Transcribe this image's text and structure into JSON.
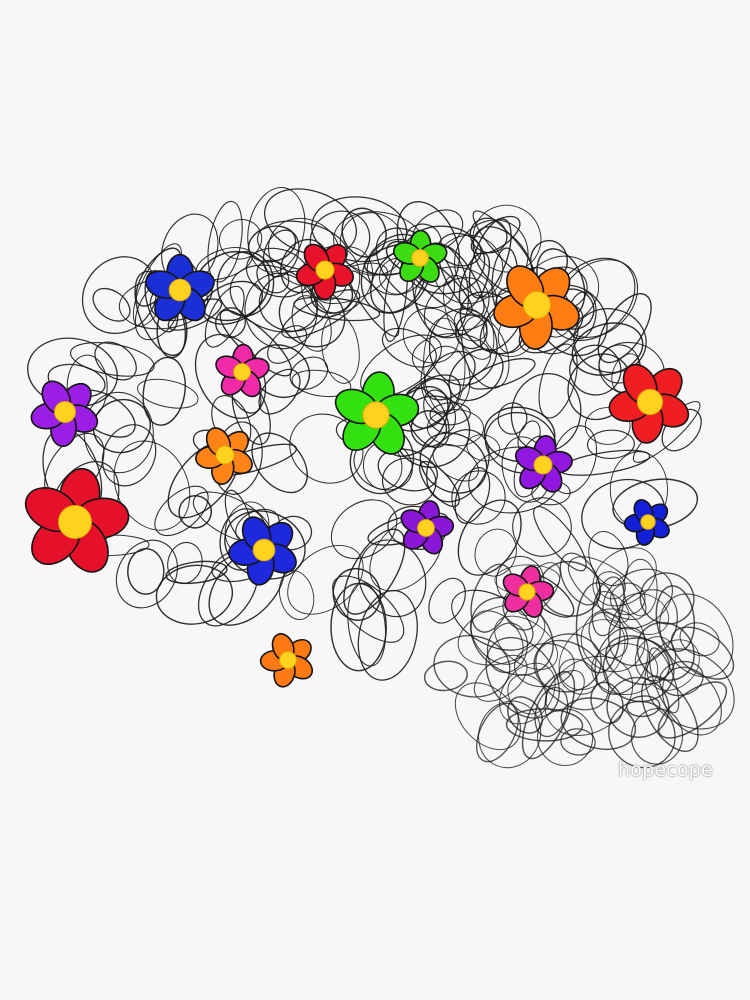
{
  "artwork": {
    "subject": "brain-doodle",
    "scribble_color": "#1a1a1a",
    "center_color": "#ffd21f",
    "flowers": [
      {
        "color_name": "blue",
        "color": "#1a2fd6"
      },
      {
        "color_name": "red",
        "color": "#e8122b"
      },
      {
        "color_name": "green",
        "color": "#3bdc12"
      },
      {
        "color_name": "orange",
        "color": "#ff7d12"
      },
      {
        "color_name": "magenta",
        "color": "#f02aa8"
      },
      {
        "color_name": "purple",
        "color": "#9a1ee6"
      },
      {
        "color_name": "green",
        "color": "#33e010"
      },
      {
        "color_name": "red",
        "color": "#ee1e22"
      },
      {
        "color_name": "purple",
        "color": "#8f17e0"
      },
      {
        "color_name": "orange",
        "color": "#ff8316"
      },
      {
        "color_name": "red",
        "color": "#e5102a"
      },
      {
        "color_name": "blue",
        "color": "#1e28dc"
      },
      {
        "color_name": "purple",
        "color": "#8a16d8"
      },
      {
        "color_name": "blue",
        "color": "#1320d8"
      },
      {
        "color_name": "magenta",
        "color": "#ef2fa0"
      },
      {
        "color_name": "orange",
        "color": "#ff7a12"
      }
    ]
  },
  "watermark": {
    "text": "hopecope"
  }
}
